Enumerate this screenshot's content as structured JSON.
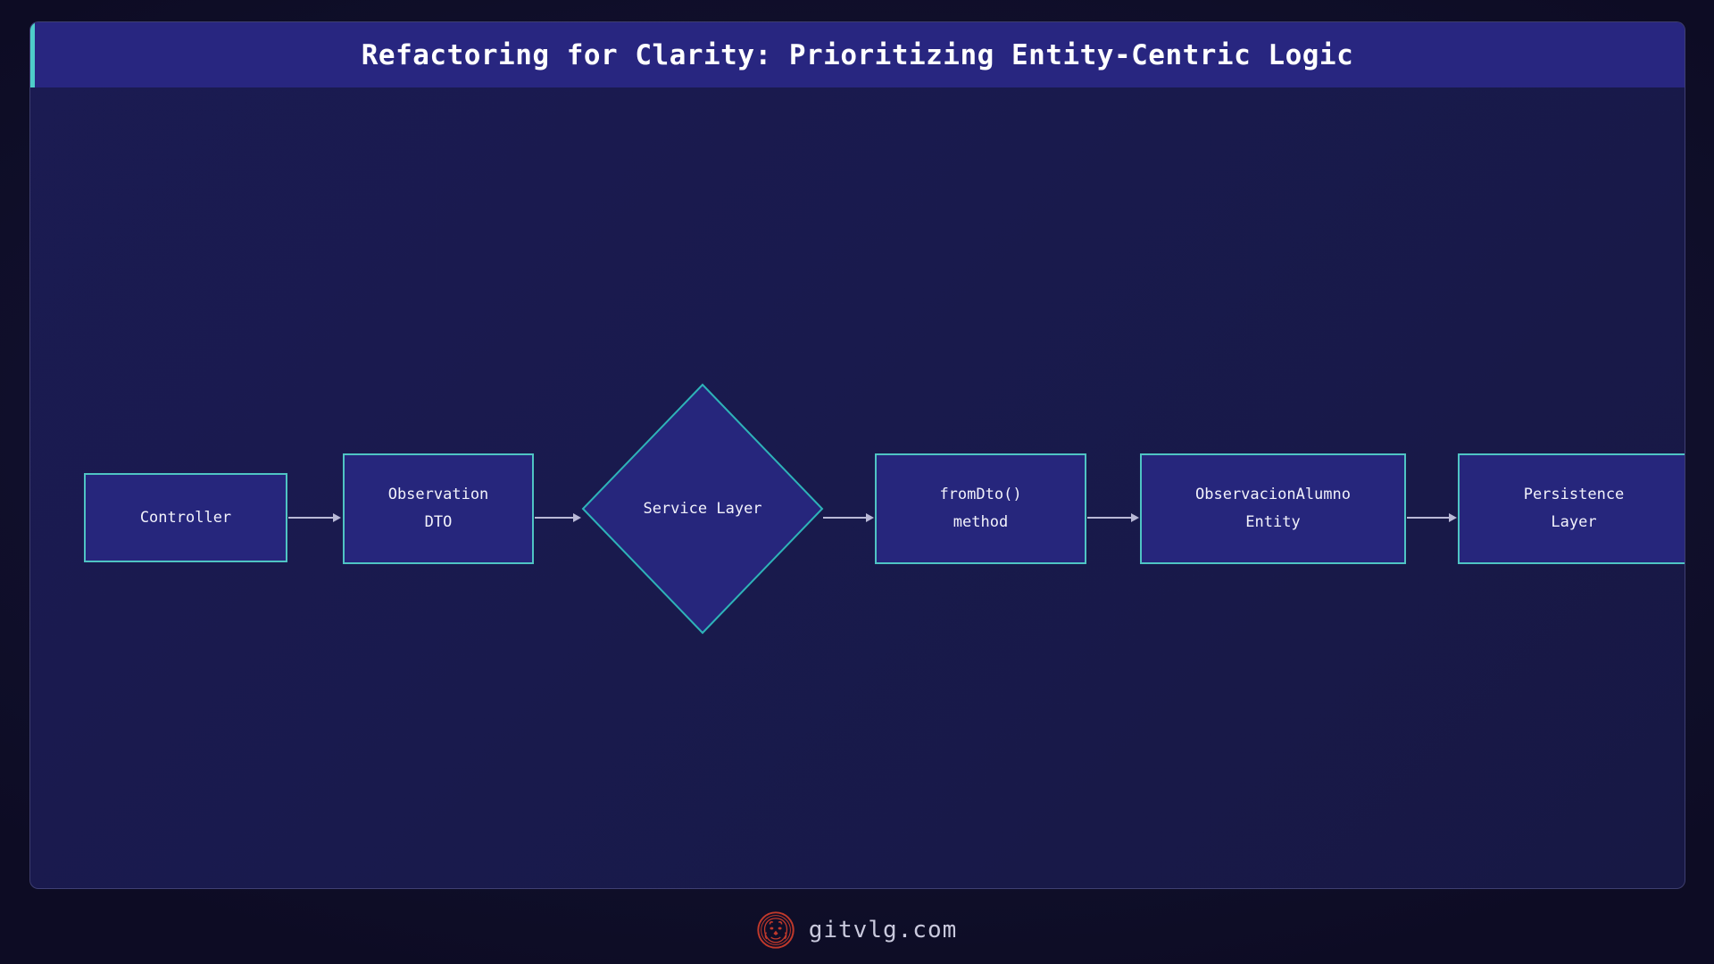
{
  "header": {
    "title": "Refactoring for Clarity: Prioritizing Entity-Centric Logic",
    "accent_color": "#4ecdc9",
    "background_color": "#282680"
  },
  "theme": {
    "page_background": "#100f2b",
    "panel_background": "#191a4d",
    "node_fill": "#26267c",
    "node_border": "#4fc4c4",
    "node_text": "#f2f2fb",
    "connector_color": "#b9b9d6",
    "logo_color": "#c0392b"
  },
  "diagram": {
    "type": "flowchart",
    "direction": "left-to-right",
    "nodes": [
      {
        "id": "controller",
        "shape": "rect",
        "lines": [
          "Controller"
        ]
      },
      {
        "id": "dto",
        "shape": "rect",
        "lines": [
          "Observation",
          "DTO"
        ]
      },
      {
        "id": "service",
        "shape": "diamond",
        "lines": [
          "Service",
          "Layer"
        ]
      },
      {
        "id": "fromdto",
        "shape": "rect",
        "lines": [
          "fromDto()",
          "method"
        ]
      },
      {
        "id": "entity",
        "shape": "rect",
        "lines": [
          "ObservacionAlumno",
          "Entity"
        ]
      },
      {
        "id": "persistence",
        "shape": "rect",
        "lines": [
          "Persistence",
          "Layer"
        ]
      }
    ],
    "edges": [
      {
        "from": "controller",
        "to": "dto"
      },
      {
        "from": "dto",
        "to": "service"
      },
      {
        "from": "service",
        "to": "fromdto"
      },
      {
        "from": "fromdto",
        "to": "entity"
      },
      {
        "from": "entity",
        "to": "persistence"
      }
    ]
  },
  "footer": {
    "brand": "gitvlg.com",
    "logo_name": "lion-head-logo"
  }
}
